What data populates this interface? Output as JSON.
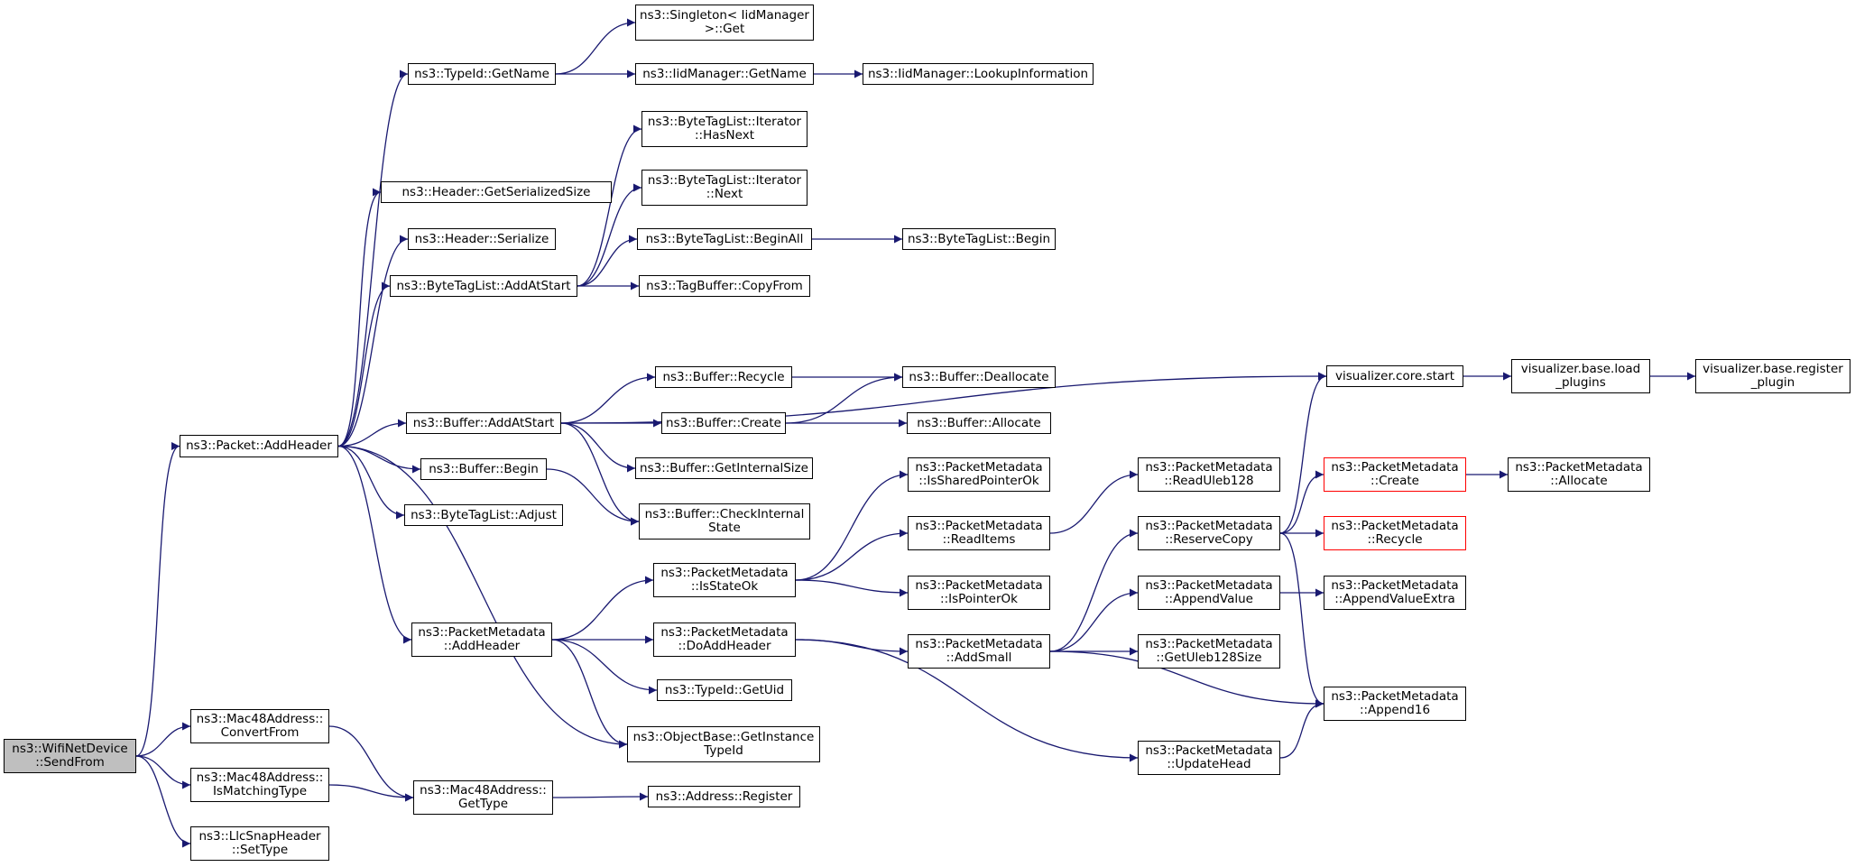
{
  "graph": {
    "root": "ns3::WifiNetDevice\n::SendFrom",
    "nodes": [
      {
        "id": "root",
        "label": "ns3::WifiNetDevice\n::SendFrom",
        "style": "root"
      },
      {
        "id": "addheader",
        "label": "ns3::Packet::AddHeader",
        "style": "normal"
      },
      {
        "id": "convertfrom",
        "label": "ns3::Mac48Address::\nConvertFrom",
        "style": "normal"
      },
      {
        "id": "ismatching",
        "label": "ns3::Mac48Address::\nIsMatchingType",
        "style": "normal"
      },
      {
        "id": "llcsettype",
        "label": "ns3::LlcSnapHeader\n::SetType",
        "style": "normal"
      },
      {
        "id": "typeidgetname",
        "label": "ns3::TypeId::GetName",
        "style": "normal"
      },
      {
        "id": "hdrsize",
        "label": "ns3::Header::GetSerializedSize",
        "style": "normal"
      },
      {
        "id": "hdrser",
        "label": "ns3::Header::Serialize",
        "style": "normal"
      },
      {
        "id": "btladdatstart",
        "label": "ns3::ByteTagList::AddAtStart",
        "style": "normal"
      },
      {
        "id": "bufaddatstart",
        "label": "ns3::Buffer::AddAtStart",
        "style": "normal"
      },
      {
        "id": "bufbegin",
        "label": "ns3::Buffer::Begin",
        "style": "normal"
      },
      {
        "id": "btladjust",
        "label": "ns3::ByteTagList::Adjust",
        "style": "normal"
      },
      {
        "id": "pmaddheader",
        "label": "ns3::PacketMetadata\n::AddHeader",
        "style": "normal"
      },
      {
        "id": "macgettype",
        "label": "ns3::Mac48Address::\nGetType",
        "style": "normal"
      },
      {
        "id": "singletonget",
        "label": "ns3::Singleton< IidManager\n>::Get",
        "style": "normal"
      },
      {
        "id": "iidgetname",
        "label": "ns3::IidManager::GetName",
        "style": "normal"
      },
      {
        "id": "btlhasnext",
        "label": "ns3::ByteTagList::Iterator\n::HasNext",
        "style": "normal"
      },
      {
        "id": "btlnext",
        "label": "ns3::ByteTagList::Iterator\n::Next",
        "style": "normal"
      },
      {
        "id": "btlbeginall",
        "label": "ns3::ByteTagList::BeginAll",
        "style": "normal"
      },
      {
        "id": "tbcopyfrom",
        "label": "ns3::TagBuffer::CopyFrom",
        "style": "normal"
      },
      {
        "id": "bufrecycle",
        "label": "ns3::Buffer::Recycle",
        "style": "normal"
      },
      {
        "id": "bufcreate",
        "label": "ns3::Buffer::Create",
        "style": "normal"
      },
      {
        "id": "bufgetinternalsize",
        "label": "ns3::Buffer::GetInternalSize",
        "style": "normal"
      },
      {
        "id": "bufcheckinternal",
        "label": "ns3::Buffer::CheckInternal\nState",
        "style": "normal"
      },
      {
        "id": "pmisstateok",
        "label": "ns3::PacketMetadata\n::IsStateOk",
        "style": "normal"
      },
      {
        "id": "pmdoaddheader",
        "label": "ns3::PacketMetadata\n::DoAddHeader",
        "style": "normal"
      },
      {
        "id": "typeidgetuid",
        "label": "ns3::TypeId::GetUid",
        "style": "normal"
      },
      {
        "id": "obgetinstance",
        "label": "ns3::ObjectBase::GetInstance\nTypeId",
        "style": "normal"
      },
      {
        "id": "addrregister",
        "label": "ns3::Address::Register",
        "style": "normal"
      },
      {
        "id": "iidlookup",
        "label": "ns3::IidManager::LookupInformation",
        "style": "normal"
      },
      {
        "id": "btlbegin",
        "label": "ns3::ByteTagList::Begin",
        "style": "normal"
      },
      {
        "id": "bufdealloc",
        "label": "ns3::Buffer::Deallocate",
        "style": "normal"
      },
      {
        "id": "bufalloc",
        "label": "ns3::Buffer::Allocate",
        "style": "normal"
      },
      {
        "id": "pmissharedok",
        "label": "ns3::PacketMetadata\n::IsSharedPointerOk",
        "style": "normal"
      },
      {
        "id": "pmreaditems",
        "label": "ns3::PacketMetadata\n::ReadItems",
        "style": "normal"
      },
      {
        "id": "pmispointerok",
        "label": "ns3::PacketMetadata\n::IsPointerOk",
        "style": "normal"
      },
      {
        "id": "pmaddsmall",
        "label": "ns3::PacketMetadata\n::AddSmall",
        "style": "normal"
      },
      {
        "id": "vizstart",
        "label": "visualizer.core.start",
        "style": "normal"
      },
      {
        "id": "pmreaduleb",
        "label": "ns3::PacketMetadata\n::ReadUleb128",
        "style": "normal"
      },
      {
        "id": "pmreservecopy",
        "label": "ns3::PacketMetadata\n::ReserveCopy",
        "style": "normal"
      },
      {
        "id": "pmappendvalue",
        "label": "ns3::PacketMetadata\n::AppendValue",
        "style": "normal"
      },
      {
        "id": "pmgetulebsize",
        "label": "ns3::PacketMetadata\n::GetUleb128Size",
        "style": "normal"
      },
      {
        "id": "pmupdatehead",
        "label": "ns3::PacketMetadata\n::UpdateHead",
        "style": "normal"
      },
      {
        "id": "vizload",
        "label": "visualizer.base.load\n_plugins",
        "style": "normal"
      },
      {
        "id": "pmcreate",
        "label": "ns3::PacketMetadata\n::Create",
        "style": "red"
      },
      {
        "id": "pmrecycle",
        "label": "ns3::PacketMetadata\n::Recycle",
        "style": "red"
      },
      {
        "id": "pmappendvalueextra",
        "label": "ns3::PacketMetadata\n::AppendValueExtra",
        "style": "normal"
      },
      {
        "id": "pmappend16",
        "label": "ns3::PacketMetadata\n::Append16",
        "style": "normal"
      },
      {
        "id": "vizregister",
        "label": "visualizer.base.register\n_plugin",
        "style": "normal"
      },
      {
        "id": "pmallocate",
        "label": "ns3::PacketMetadata\n::Allocate",
        "style": "normal"
      }
    ],
    "edges": [
      [
        "root",
        "addheader"
      ],
      [
        "root",
        "convertfrom"
      ],
      [
        "root",
        "ismatching"
      ],
      [
        "root",
        "llcsettype"
      ],
      [
        "addheader",
        "typeidgetname"
      ],
      [
        "addheader",
        "hdrsize"
      ],
      [
        "addheader",
        "hdrser"
      ],
      [
        "addheader",
        "btladdatstart"
      ],
      [
        "addheader",
        "bufaddatstart"
      ],
      [
        "addheader",
        "bufbegin"
      ],
      [
        "addheader",
        "btladjust"
      ],
      [
        "addheader",
        "pmaddheader"
      ],
      [
        "addheader",
        "obgetinstance"
      ],
      [
        "convertfrom",
        "macgettype"
      ],
      [
        "ismatching",
        "macgettype"
      ],
      [
        "typeidgetname",
        "singletonget"
      ],
      [
        "typeidgetname",
        "iidgetname"
      ],
      [
        "iidgetname",
        "iidlookup"
      ],
      [
        "btladdatstart",
        "btlhasnext"
      ],
      [
        "btladdatstart",
        "btlnext"
      ],
      [
        "btladdatstart",
        "btlbeginall"
      ],
      [
        "btladdatstart",
        "tbcopyfrom"
      ],
      [
        "btlbeginall",
        "btlbegin"
      ],
      [
        "bufaddatstart",
        "vizstart"
      ],
      [
        "bufaddatstart",
        "bufrecycle"
      ],
      [
        "bufaddatstart",
        "bufcreate"
      ],
      [
        "bufaddatstart",
        "bufgetinternalsize"
      ],
      [
        "bufaddatstart",
        "bufcheckinternal"
      ],
      [
        "bufbegin",
        "bufcheckinternal"
      ],
      [
        "bufrecycle",
        "bufdealloc"
      ],
      [
        "bufcreate",
        "bufdealloc"
      ],
      [
        "bufcreate",
        "bufalloc"
      ],
      [
        "pmaddheader",
        "pmisstateok"
      ],
      [
        "pmaddheader",
        "pmdoaddheader"
      ],
      [
        "pmaddheader",
        "typeidgetuid"
      ],
      [
        "pmaddheader",
        "obgetinstance"
      ],
      [
        "pmisstateok",
        "pmissharedok"
      ],
      [
        "pmisstateok",
        "pmreaditems"
      ],
      [
        "pmisstateok",
        "pmispointerok"
      ],
      [
        "pmreaditems",
        "pmreaduleb"
      ],
      [
        "pmdoaddheader",
        "pmaddsmall"
      ],
      [
        "pmdoaddheader",
        "pmupdatehead"
      ],
      [
        "pmaddsmall",
        "pmreservecopy"
      ],
      [
        "pmaddsmall",
        "pmappendvalue"
      ],
      [
        "pmaddsmall",
        "pmgetulebsize"
      ],
      [
        "pmaddsmall",
        "pmappend16"
      ],
      [
        "pmreservecopy",
        "vizstart"
      ],
      [
        "pmreservecopy",
        "pmcreate"
      ],
      [
        "pmreservecopy",
        "pmrecycle"
      ],
      [
        "pmreservecopy",
        "pmappend16"
      ],
      [
        "pmappendvalue",
        "pmappendvalueextra"
      ],
      [
        "pmupdatehead",
        "pmappend16"
      ],
      [
        "pmcreate",
        "pmallocate"
      ],
      [
        "vizstart",
        "vizload"
      ],
      [
        "vizload",
        "vizregister"
      ],
      [
        "macgettype",
        "addrregister"
      ]
    ],
    "colors": {
      "edge": "#191970",
      "root_fill": "#bfbfbf",
      "highlight_border": "#ff0000"
    }
  }
}
